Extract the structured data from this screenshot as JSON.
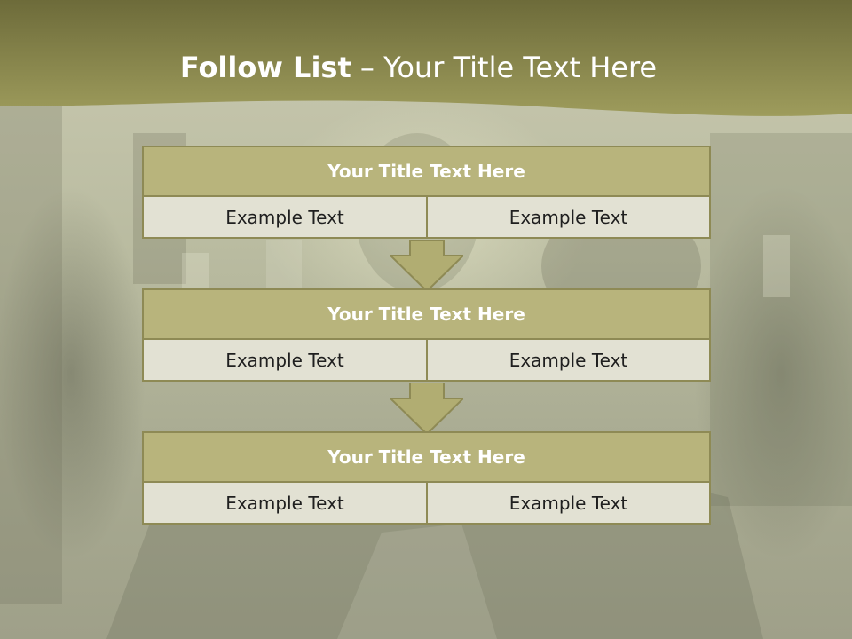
{
  "slide": {
    "title_bold": "Follow List",
    "title_rest": " – Your Title Text Here"
  },
  "blocks": [
    {
      "title": "Your Title Text Here",
      "left": "Example Text",
      "right": "Example Text"
    },
    {
      "title": "Your Title Text Here",
      "left": "Example Text",
      "right": "Example Text"
    },
    {
      "title": "Your Title Text Here",
      "left": "Example Text",
      "right": "Example Text"
    }
  ],
  "colors": {
    "header": "#8a8845",
    "block_title_fill": "#b8b47c",
    "cell_fill": "#e2e1d3",
    "border": "#8e8a55",
    "arrow": "#b1ad72"
  }
}
